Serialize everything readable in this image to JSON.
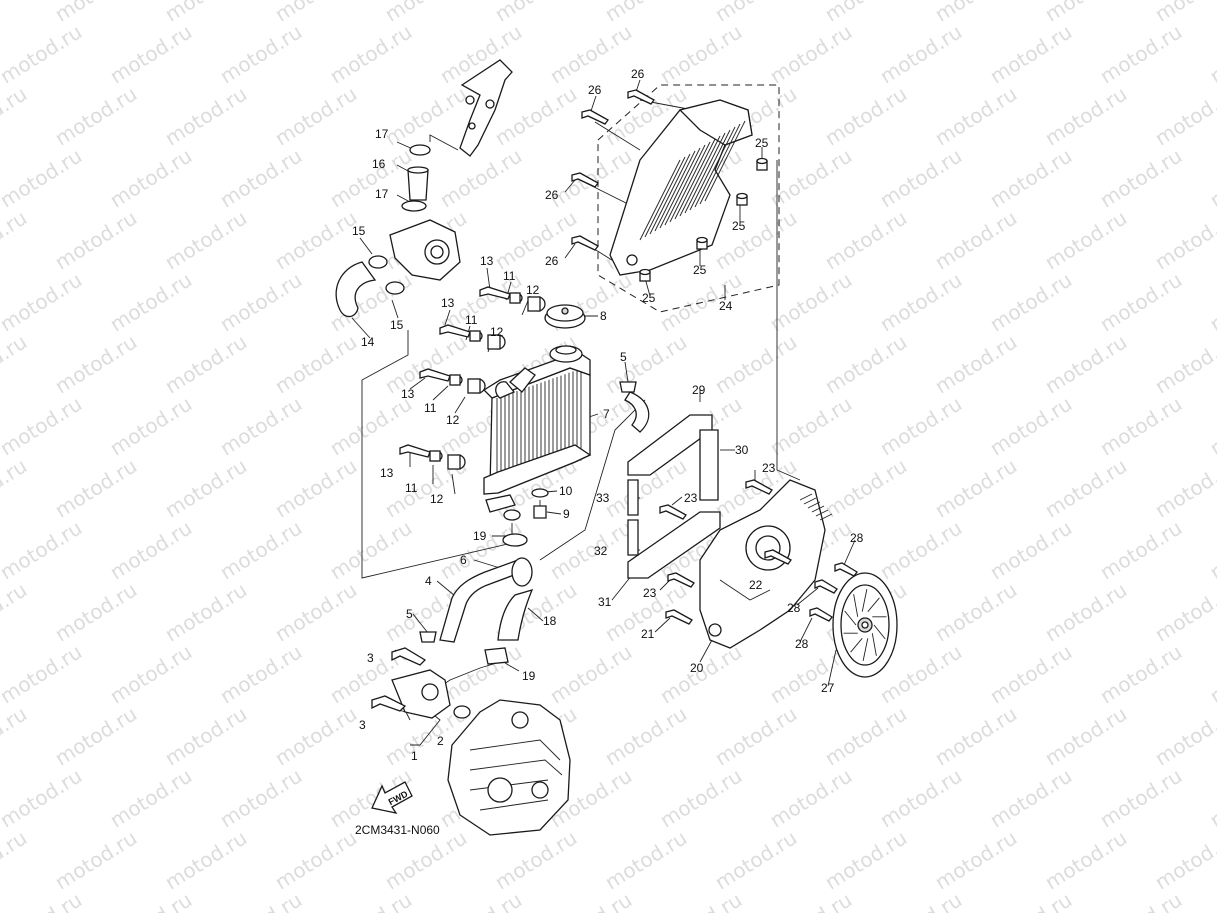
{
  "diagram": {
    "code": "2CM3431-N060",
    "fwd_label": "FWD",
    "watermark": "motod.ru"
  },
  "callouts": [
    {
      "id": "c1",
      "text": "1"
    },
    {
      "id": "c2",
      "text": "2"
    },
    {
      "id": "c3a",
      "text": "3"
    },
    {
      "id": "c3b",
      "text": "3"
    },
    {
      "id": "c4",
      "text": "4"
    },
    {
      "id": "c5a",
      "text": "5"
    },
    {
      "id": "c5b",
      "text": "5"
    },
    {
      "id": "c6",
      "text": "6"
    },
    {
      "id": "c7",
      "text": "7"
    },
    {
      "id": "c8",
      "text": "8"
    },
    {
      "id": "c9",
      "text": "9"
    },
    {
      "id": "c10",
      "text": "10"
    },
    {
      "id": "c11a",
      "text": "11"
    },
    {
      "id": "c11b",
      "text": "11"
    },
    {
      "id": "c11c",
      "text": "11"
    },
    {
      "id": "c11d",
      "text": "11"
    },
    {
      "id": "c12a",
      "text": "12"
    },
    {
      "id": "c12b",
      "text": "12"
    },
    {
      "id": "c12c",
      "text": "12"
    },
    {
      "id": "c12d",
      "text": "12"
    },
    {
      "id": "c13a",
      "text": "13"
    },
    {
      "id": "c13b",
      "text": "13"
    },
    {
      "id": "c13c",
      "text": "13"
    },
    {
      "id": "c13d",
      "text": "13"
    },
    {
      "id": "c14",
      "text": "14"
    },
    {
      "id": "c15a",
      "text": "15"
    },
    {
      "id": "c15b",
      "text": "15"
    },
    {
      "id": "c16",
      "text": "16"
    },
    {
      "id": "c17a",
      "text": "17"
    },
    {
      "id": "c17b",
      "text": "17"
    },
    {
      "id": "c18",
      "text": "18"
    },
    {
      "id": "c19a",
      "text": "19"
    },
    {
      "id": "c19b",
      "text": "19"
    },
    {
      "id": "c20",
      "text": "20"
    },
    {
      "id": "c21",
      "text": "21"
    },
    {
      "id": "c22",
      "text": "22"
    },
    {
      "id": "c23a",
      "text": "23"
    },
    {
      "id": "c23b",
      "text": "23"
    },
    {
      "id": "c23c",
      "text": "23"
    },
    {
      "id": "c24",
      "text": "24"
    },
    {
      "id": "c25a",
      "text": "25"
    },
    {
      "id": "c25b",
      "text": "25"
    },
    {
      "id": "c25c",
      "text": "25"
    },
    {
      "id": "c25d",
      "text": "25"
    },
    {
      "id": "c26a",
      "text": "26"
    },
    {
      "id": "c26b",
      "text": "26"
    },
    {
      "id": "c26c",
      "text": "26"
    },
    {
      "id": "c26d",
      "text": "26"
    },
    {
      "id": "c27",
      "text": "27"
    },
    {
      "id": "c28a",
      "text": "28"
    },
    {
      "id": "c28b",
      "text": "28"
    },
    {
      "id": "c28c",
      "text": "28"
    },
    {
      "id": "c29",
      "text": "29"
    },
    {
      "id": "c30",
      "text": "30"
    },
    {
      "id": "c31",
      "text": "31"
    },
    {
      "id": "c32",
      "text": "32"
    },
    {
      "id": "c33",
      "text": "33"
    }
  ]
}
